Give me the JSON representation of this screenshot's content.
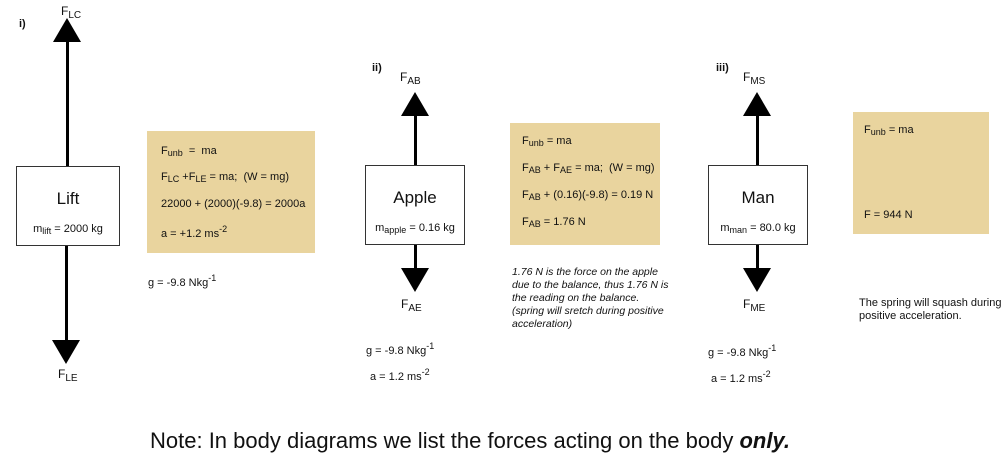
{
  "diagrams": [
    {
      "label": "i)",
      "body": "Lift",
      "mass_sym": "m",
      "mass_sub": "lift",
      "mass_val": " = 2000 kg",
      "up_force": {
        "sym": "F",
        "sub": "LC"
      },
      "down_force": {
        "sym": "F",
        "sub": "LE"
      },
      "g": "g = -9.8 Nkg",
      "g_exp": "-1",
      "equations": [
        {
          "a": "F",
          "a_sub": "unb",
          "b": "  =  ma"
        },
        {
          "a": "F",
          "a_sub": "LC",
          "b": " +F",
          "b_sub": "LE",
          "c": " = ma;  (W = mg)"
        },
        {
          "text": "22000 + (2000)(-9.8) = 2000a"
        },
        {
          "text": "a = +1.2 ms",
          "exp": "-2"
        }
      ]
    },
    {
      "label": "ii)",
      "body": "Apple",
      "mass_sym": "m",
      "mass_sub": "apple",
      "mass_val": " = 0.16 kg",
      "up_force": {
        "sym": "F",
        "sub": "AB"
      },
      "down_force": {
        "sym": "F",
        "sub": "AE"
      },
      "g": "g = -9.8 Nkg",
      "g_exp": "-1",
      "a": "a = 1.2 ms",
      "a_exp": "-2",
      "equations": [
        {
          "a": "F",
          "a_sub": "unb",
          "b": " = ma"
        },
        {
          "a": "F",
          "a_sub": "AB",
          "b": " + F",
          "b_sub": "AE",
          "c": " = ma;  (W = mg)"
        },
        {
          "a": "F",
          "a_sub": "AB",
          "c": " + (0.16)(-9.8) = 0.19 N"
        },
        {
          "a": "F",
          "a_sub": "AB",
          "c": " = 1.76 N"
        }
      ],
      "note": "1.76 N is the force on the apple due to the balance, thus 1.76 N is the reading on the balance. (spring will sretch during positive acceleration)"
    },
    {
      "label": "iii)",
      "body": "Man",
      "mass_sym": "m",
      "mass_sub": "man",
      "mass_val": " = 80.0 kg",
      "up_force": {
        "sym": "F",
        "sub": "MS"
      },
      "down_force": {
        "sym": "F",
        "sub": "ME"
      },
      "g": "g = -9.8 Nkg",
      "g_exp": "-1",
      "a": "a = 1.2 ms",
      "a_exp": "-2",
      "equations": [
        {
          "a": "F",
          "a_sub": "unb",
          "b": " = ma"
        },
        {
          "text": "F = 944 N"
        }
      ],
      "note": "The spring will squash during positive acceleration."
    }
  ],
  "footer": {
    "text": "Note: In body diagrams we list the forces acting on the body ",
    "emph": "only."
  },
  "colors": {
    "equation_box": "#E9D49E",
    "arrow": "#000000"
  }
}
